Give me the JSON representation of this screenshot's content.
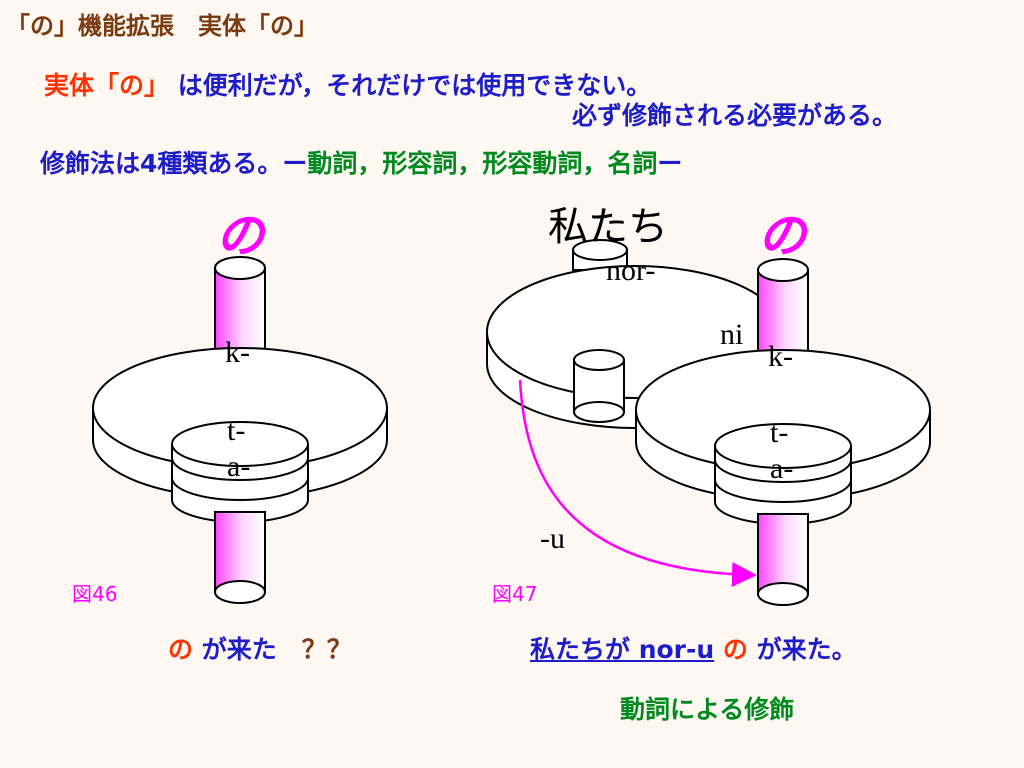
{
  "title": "「の」機能拡張　実体「の」",
  "line1": {
    "part1": "実体「の」",
    "part2": " は便利だが，それだけでは使用できない。"
  },
  "line2": "必ず修飾される必要がある。",
  "line3": {
    "part1": "修飾法は4種類ある。ー",
    "part2": "動詞，形容詞，形容動詞，名詞",
    "part3": "ー"
  },
  "figure46": {
    "top_label": "の",
    "labels": {
      "k": "k-",
      "t": "t-",
      "a": "a-"
    },
    "fig_label": "図46",
    "caption": {
      "no": "の",
      "rest": " が来た",
      "q": "？？"
    }
  },
  "figure47": {
    "watashi": "私たち",
    "top_label": "の",
    "labels": {
      "nor": "nor-",
      "ni": "ni",
      "k": "k-",
      "t": "t-",
      "a": "a-",
      "u": "-u"
    },
    "fig_label": "図47",
    "caption": {
      "part1": "私たちが nor-u",
      "no": "の",
      "rest": " が来た。"
    }
  },
  "conclusion": "動詞による修飾",
  "colors": {
    "title": "#7a3b10",
    "red": "#ff3300",
    "blue": "#1e1ec8",
    "green": "#008a20",
    "magenta": "#ff00ff"
  }
}
